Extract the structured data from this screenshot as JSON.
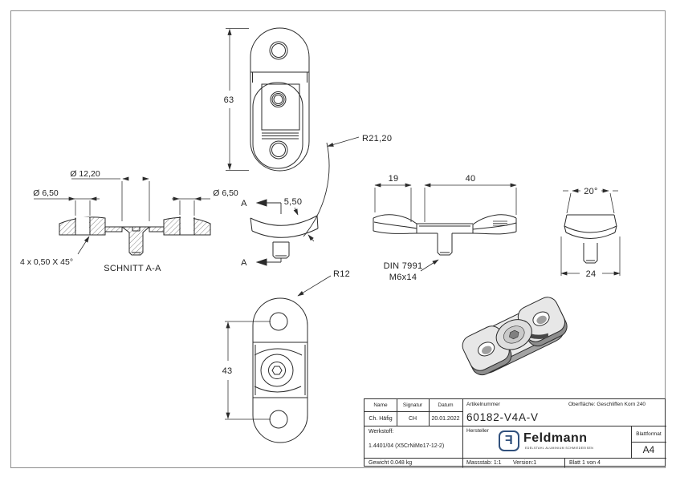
{
  "sheet": {
    "colors": {
      "background": "#ffffff",
      "line": "#2b2b2b",
      "logo_blue": "#31517d",
      "frame": "#8c8c8c"
    }
  },
  "views": {
    "top": {
      "height": "63",
      "radius": "R21,20"
    },
    "section": {
      "label": "SCHNITT A-A",
      "dia_countersink": "Ø 12,20",
      "dia_hole_left": "Ø 6,50",
      "dia_hole_right": "Ø 6,50",
      "chamfer": "4 x 0,50 X 45°"
    },
    "side": {
      "thickness": "5,50",
      "cut_top": "A",
      "cut_bottom": "A"
    },
    "profile": {
      "width_left": "19",
      "width_right": "40",
      "screw_std": "DIN 7991",
      "screw_size": "M6x14"
    },
    "end": {
      "angle": "20°",
      "width": "24"
    },
    "bottom": {
      "hole_distance": "43",
      "radius": "R12"
    }
  },
  "title_block": {
    "name_label": "Name",
    "signature_label": "Signatur",
    "date_label": "Datum",
    "name_value": "Ch. Häfig",
    "signature_value": "CH",
    "date_value": "20.01.2022",
    "article_label": "Artikelnummer",
    "article_number": "60182-V4A-V",
    "surface_label": "Oberfläche:  Geschliffen Korn 240",
    "material_label": "Werkstoff:",
    "material_value": "1.4401/04 (X5CrNiMo17-12-2)",
    "manufacturer_label": "Hersteller",
    "logo_mark": "F",
    "logo_text": "Feldmann",
    "logo_tagline": "EDELSTAHL ALUMINIUM SCHMIEDEEISEN",
    "format_label": "Blattformat",
    "format_value": "A4",
    "weight_label": "Gewicht 0.048 kg",
    "scale_label": "Massstab: 1:1",
    "version_label": "Version:1",
    "sheet_label": "Blatt 1 von 4"
  }
}
